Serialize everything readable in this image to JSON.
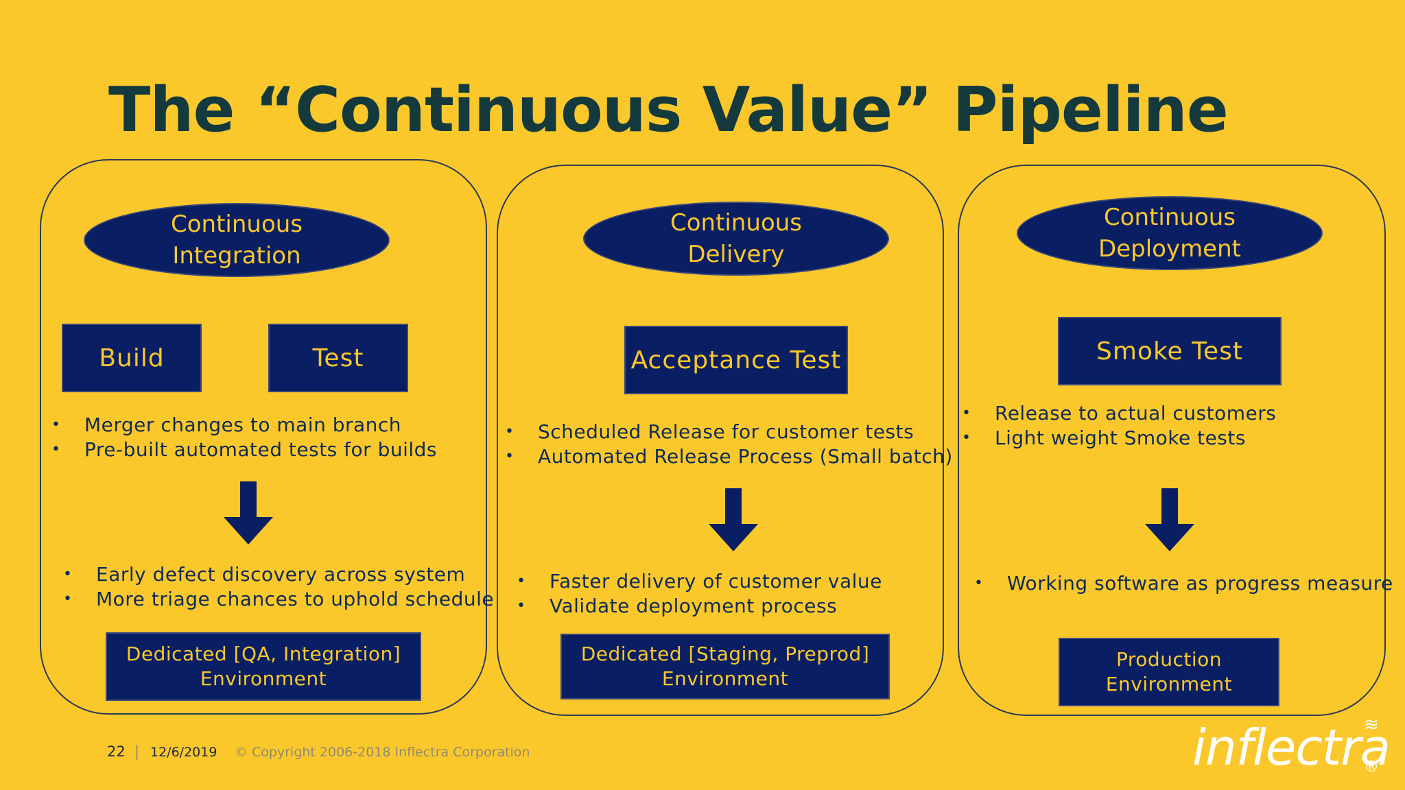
{
  "slide": {
    "title": "The “Continuous Value” Pipeline"
  },
  "stages": [
    {
      "heading": [
        "Continuous",
        "Integration"
      ],
      "steps": [
        "Build",
        "Test"
      ],
      "practices": [
        "Merger changes to main branch",
        "Pre-built automated tests for builds"
      ],
      "benefits": [
        "Early defect discovery across system",
        "More triage chances to uphold schedule"
      ],
      "environment": [
        "Dedicated [QA, Integration]",
        "Environment"
      ]
    },
    {
      "heading": [
        "Continuous",
        "Delivery"
      ],
      "steps": [
        "Acceptance Test"
      ],
      "practices": [
        "Scheduled Release for customer tests",
        "Automated Release Process (Small batch)"
      ],
      "benefits": [
        "Faster delivery of customer value",
        "Validate deployment process"
      ],
      "environment": [
        "Dedicated [Staging, Preprod]",
        "Environment"
      ]
    },
    {
      "heading": [
        "Continuous",
        "Deployment"
      ],
      "steps": [
        "Smoke Test"
      ],
      "practices": [
        "Release to actual customers",
        "Light weight Smoke tests"
      ],
      "benefits": [
        "Working software as progress measure"
      ],
      "environment": [
        "Production",
        "Environment"
      ]
    }
  ],
  "footer": {
    "page_number": "22",
    "separator": "|",
    "date": "12/6/2019",
    "copyright": "© Copyright 2006-2018 Inflectra Corporation"
  },
  "logo": {
    "text": "inflectra",
    "mark": "≋",
    "registered": "®"
  },
  "colors": {
    "background": "#FBC82C",
    "shape_fill": "#0A1F63",
    "shape_text": "#FBC82C",
    "body_text": "#0E2A56",
    "title_text": "#143A3E",
    "footer_muted": "#8F8A6E",
    "logo": "#FFFFFF"
  },
  "icons": {
    "flow_arrow": "arrow-down-icon"
  }
}
